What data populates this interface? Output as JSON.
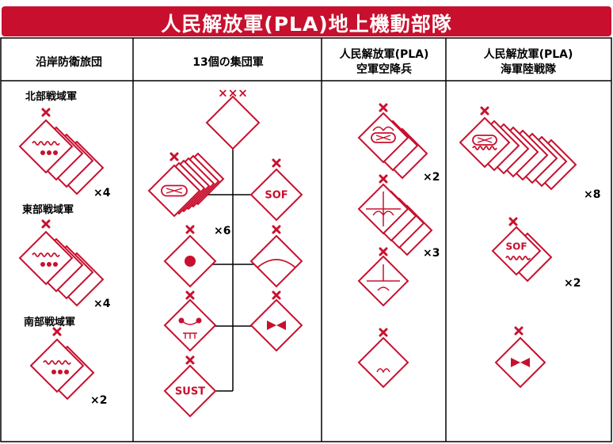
{
  "title": "人民解放軍(PLA)地上機動部隊",
  "columns": {
    "coastal": "沿岸防衛旅団",
    "group_army": "13個の集団軍",
    "airborne_line1": "人民解放軍(PLA)",
    "airborne_line2": "空軍空降兵",
    "marines_line1": "人民解放軍(PLA)",
    "marines_line2": "海軍陸戦隊"
  },
  "theater_commands": {
    "north": "北部戦域軍",
    "east": "東部戦域軍",
    "south": "南部戦域軍"
  },
  "counts": {
    "north": "×4",
    "east": "×4",
    "south": "×2",
    "group_army_armor": "×6",
    "airborne_1": "×2",
    "airborne_2": "×3",
    "marines_1": "×8",
    "marines_2": "×2"
  },
  "symbol_labels": {
    "sof": "SOF",
    "sust": "SUST"
  },
  "echelon": {
    "army": "×××",
    "brigade": "×"
  },
  "colors": {
    "accent": "#c8102e",
    "text": "#000000",
    "background": "#ffffff"
  }
}
